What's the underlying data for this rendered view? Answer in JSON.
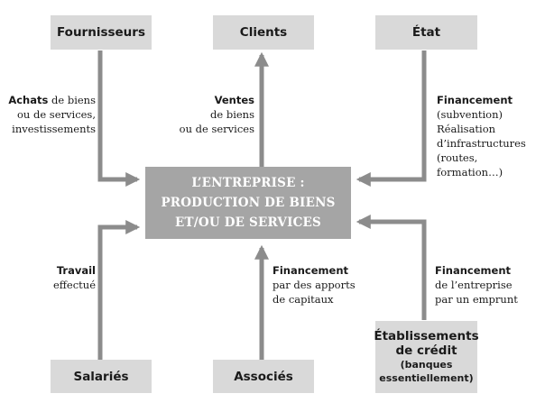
{
  "center": {
    "line1": "L’ENTREPRISE :",
    "line2": "PRODUCTION DE BIENS",
    "line3": "ET/OU DE SERVICES"
  },
  "boxes": {
    "fournisseurs": "Fournisseurs",
    "clients": "Clients",
    "etat": "État",
    "salaries": "Salariés",
    "associes": "Associés",
    "etablissements_title_1": "Établissements",
    "etablissements_title_2": "de crédit",
    "etablissements_sub_1": "(banques",
    "etablissements_sub_2": "essentiellement)"
  },
  "labels": {
    "achats": {
      "bold": "Achats",
      "line1_rest": " de biens",
      "line2": "ou de services,",
      "line3": "investissements"
    },
    "ventes": {
      "bold": "Ventes",
      "line2": "de biens",
      "line3": "ou de services"
    },
    "financement_etat": {
      "bold": "Financement",
      "line2": "(subvention)",
      "line3": "Réalisation",
      "line4": "d’infrastructures",
      "line5": "(routes, formation…)"
    },
    "travail": {
      "bold": "Travail",
      "line2": "effectué"
    },
    "financement_associes": {
      "bold": "Financement",
      "line2": "par des apports",
      "line3": "de capitaux"
    },
    "financement_credit": {
      "bold": "Financement",
      "line2": "de l’entreprise",
      "line3": "par un emprunt"
    }
  },
  "colors": {
    "box_fill": "#d9d9d9",
    "center_fill": "#a5a5a5",
    "arrow": "#8c8c8c"
  }
}
